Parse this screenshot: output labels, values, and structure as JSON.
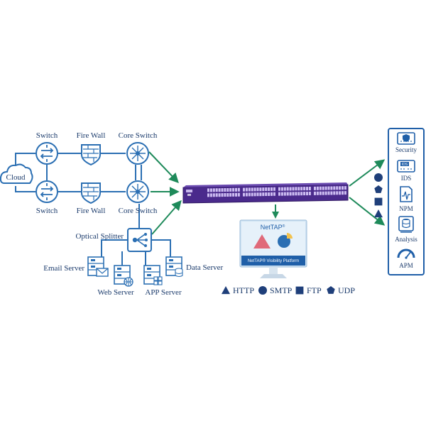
{
  "colors": {
    "line": "#2b6fb3",
    "arrow": "#1e8a5a",
    "device": "#4a2a8c",
    "panel_border": "#1f5fa8",
    "shape": "#1f3f7a",
    "screen": "#cfe3f3",
    "shape_red": "#e06a7a"
  },
  "network": {
    "cloud_label": "Cloud",
    "switch_top": "Switch",
    "switch_bottom": "Switch",
    "firewall_top": "Fire Wall",
    "firewall_bottom": "Fire Wall",
    "core_top": "Core Switch",
    "core_bottom": "Core Switch",
    "splitter": "Optical Splitter"
  },
  "servers": {
    "email": "Email Server",
    "web": "Web Server",
    "app": "APP Server",
    "data": "Data Server"
  },
  "monitor": {
    "brand": "NetTAP",
    "brand_sup": "®",
    "caption": "NetTAP® Visibility Platform"
  },
  "legend": [
    {
      "shape": "triangle",
      "label": "HTTP"
    },
    {
      "shape": "circle",
      "label": "SMTP"
    },
    {
      "shape": "square",
      "label": "FTP"
    },
    {
      "shape": "pentagon",
      "label": "UDP"
    }
  ],
  "tools": [
    {
      "icon": "security-icon",
      "label": "Security"
    },
    {
      "icon": "ids-icon",
      "label": "IDS",
      "badge": "IDS"
    },
    {
      "icon": "npm-icon",
      "label": "NPM"
    },
    {
      "icon": "analysis-icon",
      "label": "Analysis"
    },
    {
      "icon": "apm-icon",
      "label": "APM"
    }
  ],
  "flow_shapes": [
    "circle",
    "pentagon",
    "square",
    "triangle"
  ]
}
